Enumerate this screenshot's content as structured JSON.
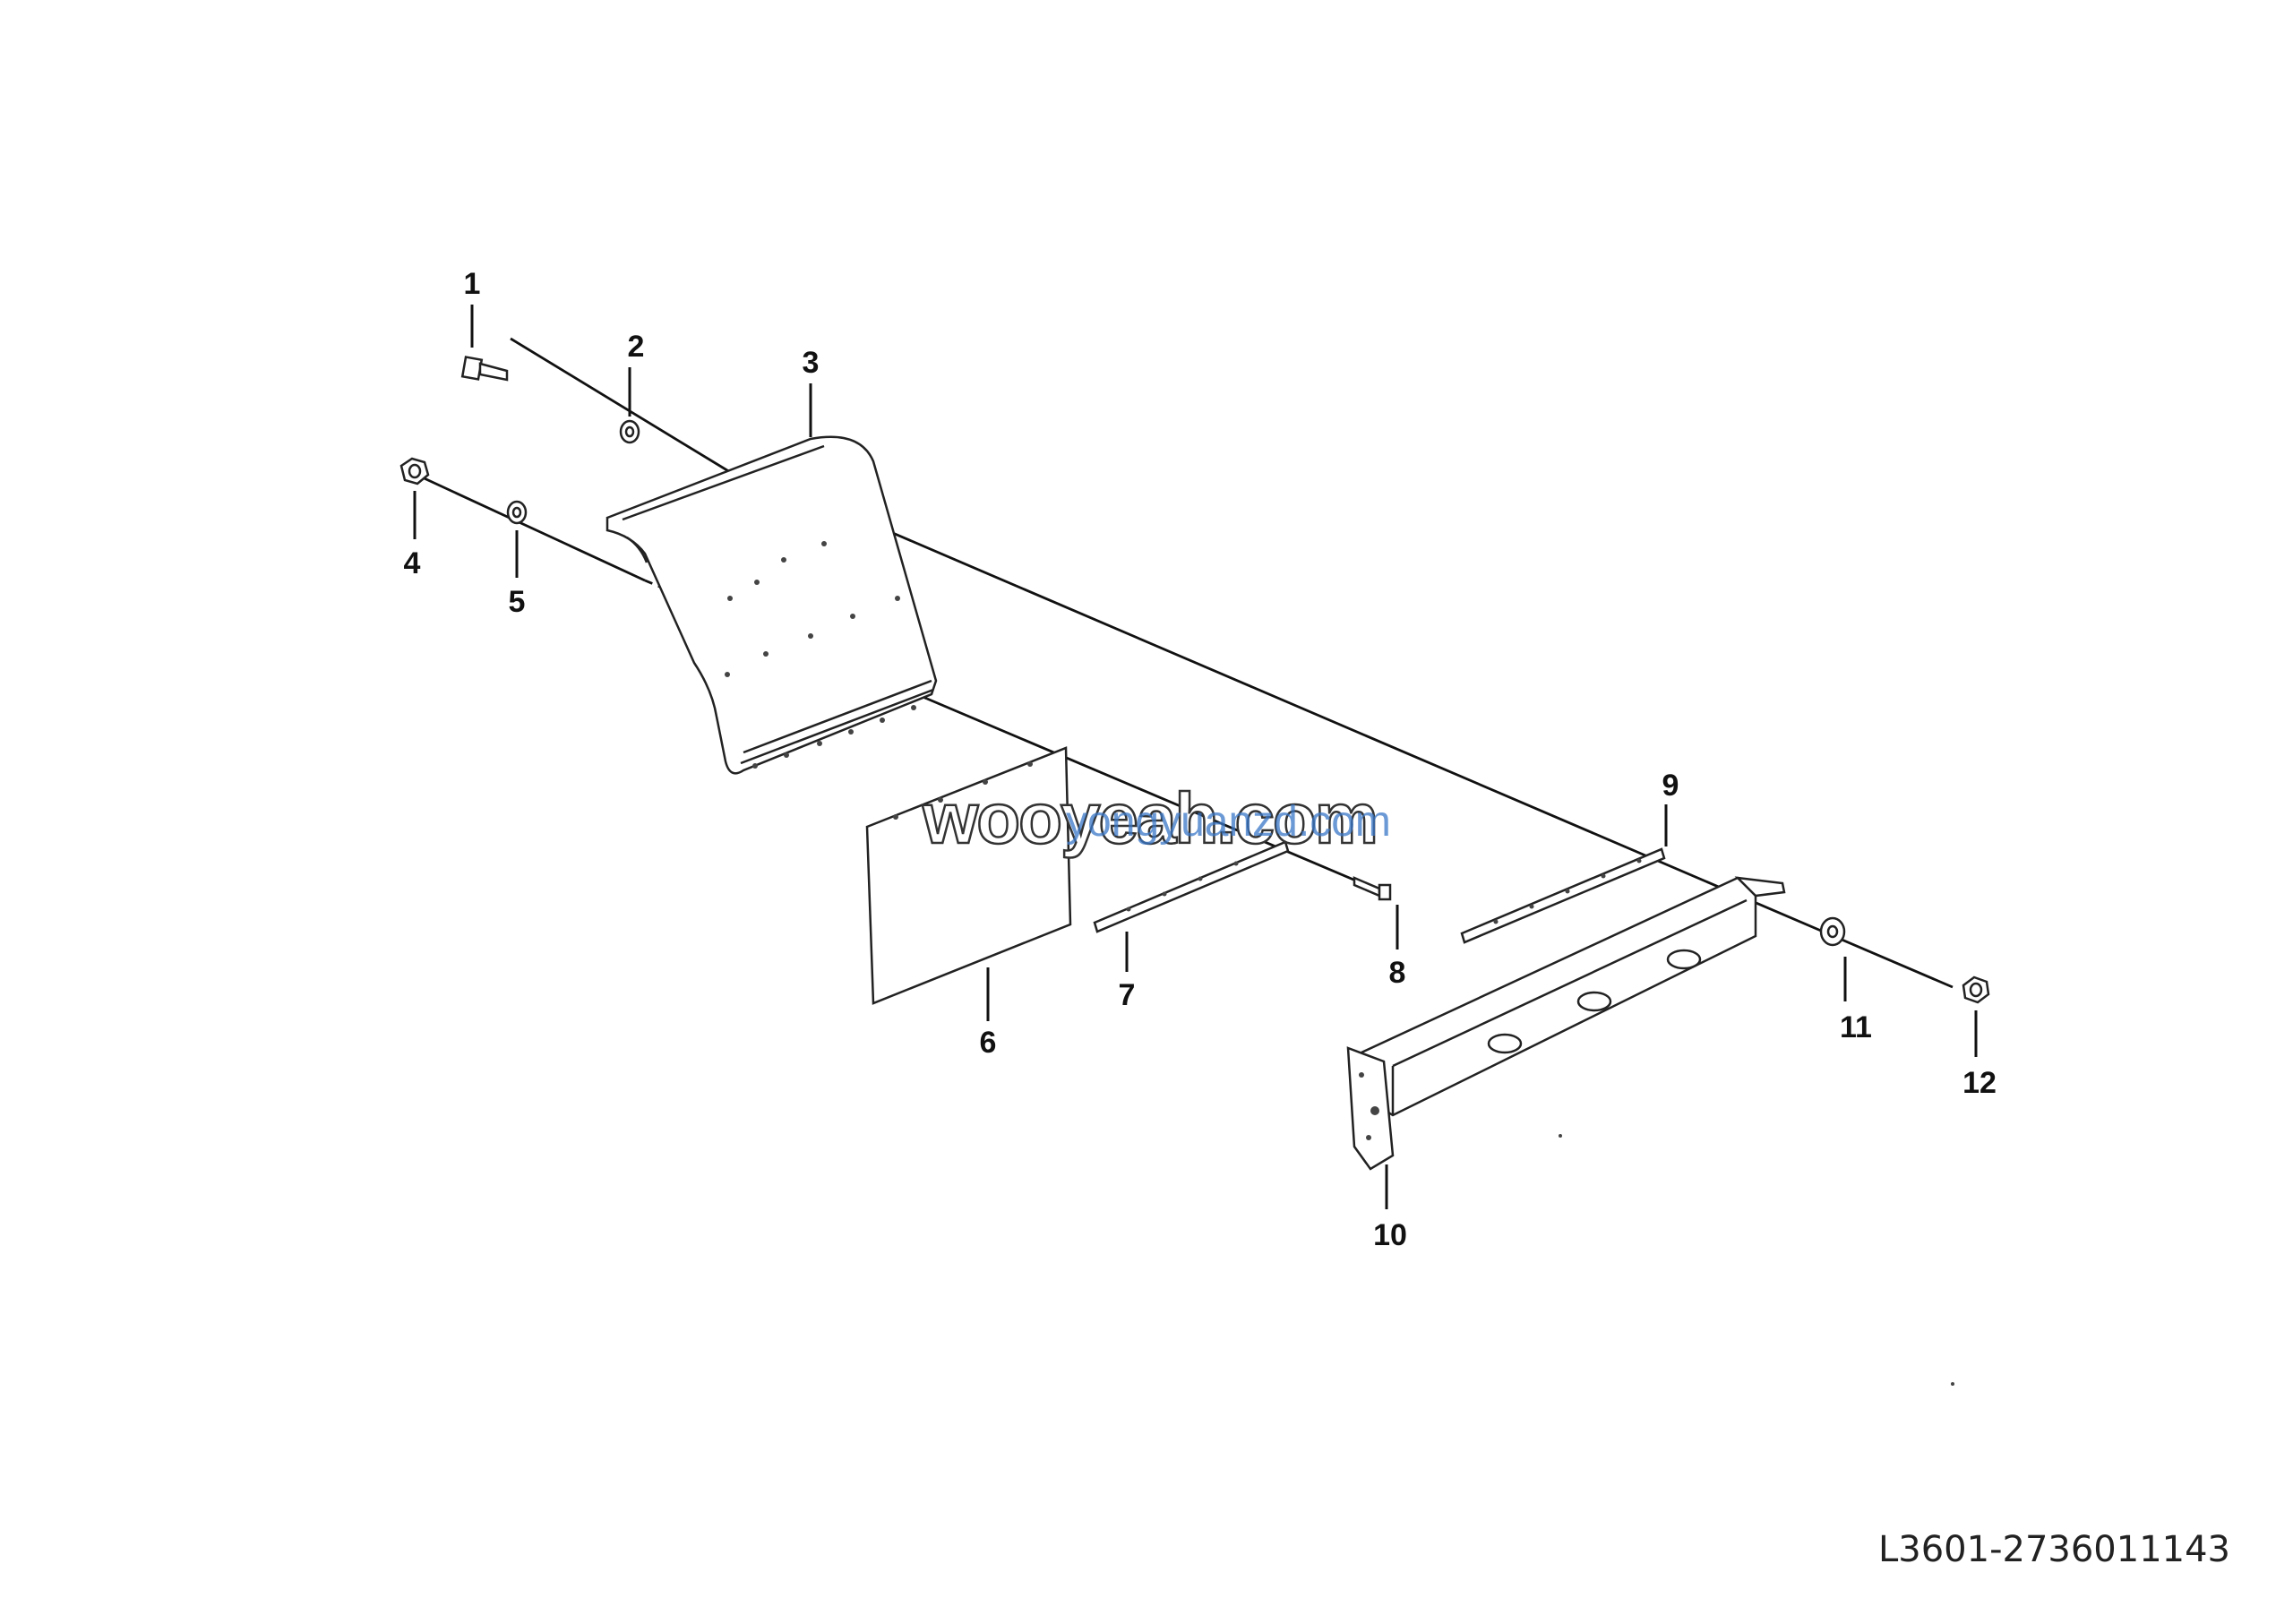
{
  "diagram": {
    "callouts": [
      {
        "id": "1",
        "label": "1"
      },
      {
        "id": "2",
        "label": "2"
      },
      {
        "id": "3",
        "label": "3"
      },
      {
        "id": "4",
        "label": "4"
      },
      {
        "id": "5",
        "label": "5"
      },
      {
        "id": "6",
        "label": "6"
      },
      {
        "id": "7",
        "label": "7"
      },
      {
        "id": "8",
        "label": "8"
      },
      {
        "id": "9",
        "label": "9"
      },
      {
        "id": "10",
        "label": "10"
      },
      {
        "id": "11",
        "label": "11"
      },
      {
        "id": "12",
        "label": "12"
      }
    ],
    "reference_code": "L3601-2736011143",
    "watermark_text": "wooyeah.com",
    "watermark_overlay_text": "yongyuanzd.com"
  }
}
